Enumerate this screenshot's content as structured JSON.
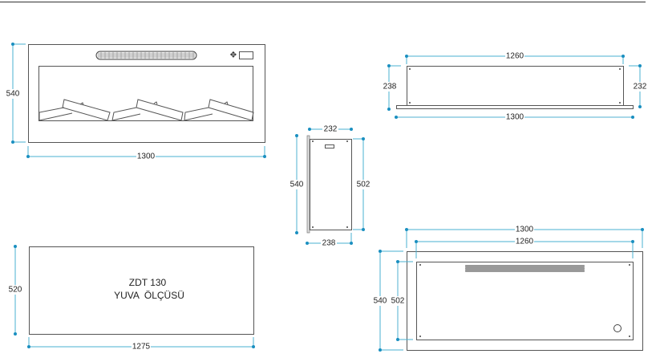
{
  "front_view": {
    "width": "1300",
    "height": "540"
  },
  "top_view": {
    "inner_width": "1260",
    "outer_width": "1300",
    "left_depth": "238",
    "right_depth": "232"
  },
  "side_view": {
    "top_depth": "232",
    "bottom_depth": "238",
    "outer_height": "540",
    "inner_height": "502"
  },
  "niche_view": {
    "title": "ZDT 130",
    "subtitle": "YUVA  ÖLÇÜSÜ",
    "width": "1275",
    "height": "520"
  },
  "back_view": {
    "outer_width": "1300",
    "inner_width": "1260",
    "outer_height": "540",
    "inner_height": "502"
  },
  "colors": {
    "dimension": "#4ab0d0",
    "outline": "#555555"
  }
}
